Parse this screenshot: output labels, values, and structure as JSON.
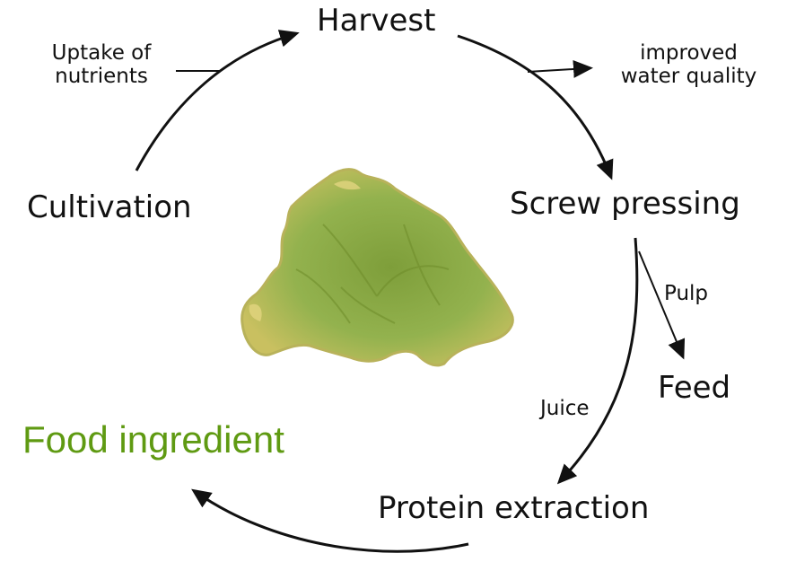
{
  "stages": {
    "harvest": "Harvest",
    "screw_pressing": "Screw pressing",
    "protein_extraction": "Protein extraction",
    "cultivation": "Cultivation",
    "feed": "Feed"
  },
  "annotations": {
    "uptake_line1": "Uptake of",
    "uptake_line2": "nutrients",
    "improved_line1": "improved",
    "improved_line2": "water quality",
    "pulp": "Pulp",
    "juice": "Juice"
  },
  "product": {
    "food_ingredient": "Food ingredient"
  },
  "colors": {
    "product_text": "#5f9a12",
    "text": "#111111",
    "arrow": "#111111",
    "seaweed": "#8aaa45"
  },
  "image": {
    "subject": "green seaweed (sea lettuce) frond"
  }
}
